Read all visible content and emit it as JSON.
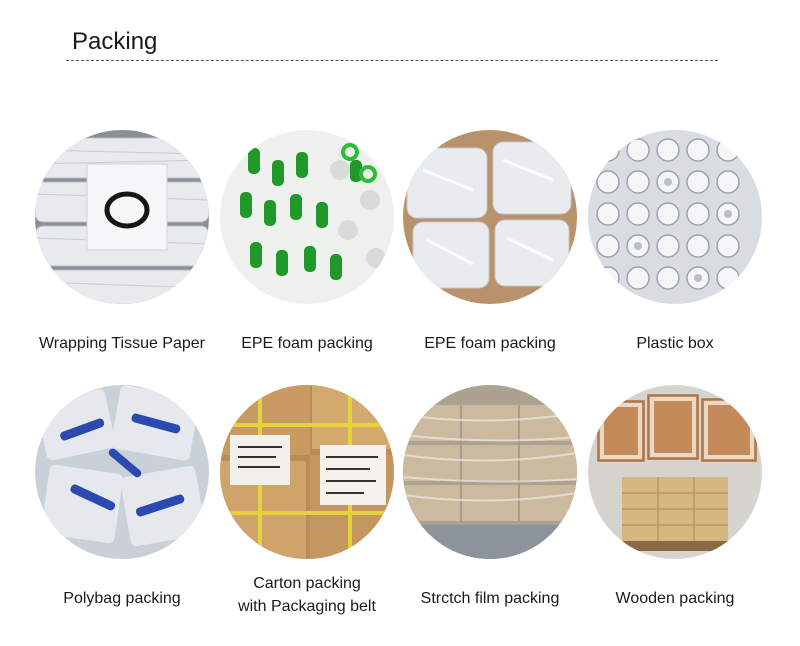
{
  "page": {
    "title": "Packing"
  },
  "items": [
    {
      "caption": "Wrapping Tissue Paper"
    },
    {
      "caption": "EPE foam packing"
    },
    {
      "caption": "EPE foam packing"
    },
    {
      "caption": "Plastic box"
    },
    {
      "caption": "Polybag packing"
    },
    {
      "caption": "Carton packing",
      "caption_line2": "with Packaging belt"
    },
    {
      "caption": "Strctch film packing"
    },
    {
      "caption": "Wooden packing"
    }
  ],
  "colors": {
    "title_text": "#1a1a1a",
    "rule": "#555555",
    "accent_green": "#2aa52a",
    "accent_blue": "#2b49b0",
    "cardboard": "#c9a06a",
    "tape_yellow": "#e6d23a",
    "wood": "#c99566"
  }
}
